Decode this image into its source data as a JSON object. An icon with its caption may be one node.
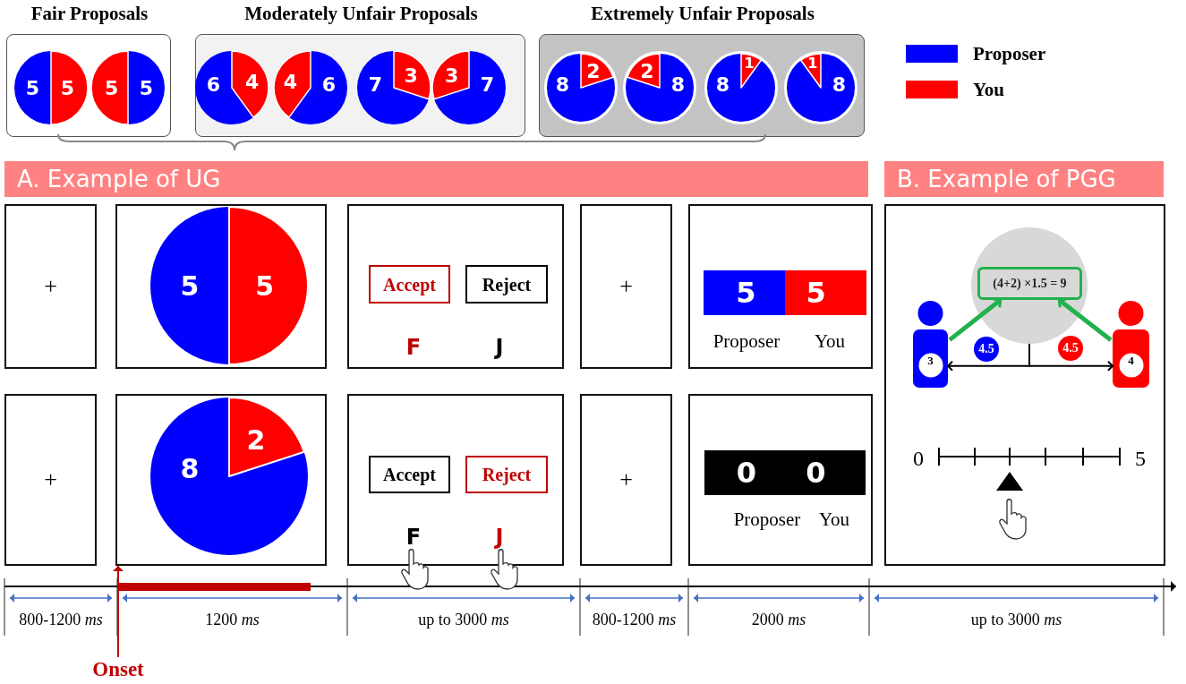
{
  "diagram": {
    "nodes": [
      {
        "text": [
          "Fair Proposals"
        ]
      },
      {
        "text": [
          "5",
          "5"
        ],
        "in": 0
      },
      {
        "text": [
          "5",
          "5"
        ],
        "in": 0
      },
      {
        "text": [
          "Moderately Unfair Proposals"
        ]
      },
      {
        "text": [
          "6",
          "4"
        ],
        "in": 3
      },
      {
        "text": [
          "4",
          "6"
        ],
        "in": 3
      },
      {
        "text": [
          "7",
          "3"
        ],
        "in": 3
      },
      {
        "text": [
          "3",
          "7"
        ],
        "in": 3
      },
      {
        "text": [
          "Extremely Unfair Proposals"
        ]
      },
      {
        "text": [
          "8",
          "2"
        ],
        "in": 8
      },
      {
        "text": [
          "2",
          "8"
        ],
        "in": 8
      },
      {
        "text": [
          "8",
          "1"
        ],
        "in": 8
      },
      {
        "text": [
          "1",
          "8"
        ],
        "in": 8
      },
      {
        "text": [
          "A. Example of UG"
        ]
      },
      {
        "text": [
          "B. Example of PGG"
        ]
      },
      {
        "text": [
          "+"
        ]
      },
      {
        "text": [],
        "shape": "box"
      },
      {
        "text": [
          "5",
          "5"
        ],
        "in": 16
      },
      {
        "text": [
          "F",
          "J"
        ]
      },
      {
        "text": [
          "Accept"
        ],
        "in": 18
      },
      {
        "text": [
          "Reject"
        ],
        "in": 18
      },
      {
        "text": [
          "+"
        ]
      },
      {
        "text": [
          "Proposer",
          "You"
        ]
      },
      {
        "text": [
          "5",
          "5"
        ],
        "in": 22
      },
      {
        "text": [
          "+"
        ]
      },
      {
        "text": [],
        "shape": "box"
      },
      {
        "text": [
          "8",
          "2"
        ],
        "in": 25
      },
      {
        "text": [
          "F",
          "J"
        ]
      },
      {
        "text": [
          "Accept"
        ],
        "in": 27
      },
      {
        "text": [
          "Reject"
        ],
        "in": 27
      },
      {
        "text": [
          "+"
        ]
      },
      {
        "text": [
          "Proposer",
          "You"
        ]
      },
      {
        "text": [
          "0",
          "0"
        ],
        "in": 31
      },
      {
        "text": [],
        "shape": "box"
      },
      {
        "text": [],
        "shape": "circle",
        "in": 33
      },
      {
        "text": [
          "(4+2) ×1.5 = 9"
        ],
        "in": 34
      },
      {
        "text": [
          "3"
        ],
        "in": 33
      },
      {
        "text": [
          "4"
        ],
        "in": 33
      },
      {
        "text": [
          "4.5"
        ],
        "in": 33
      },
      {
        "text": [
          "4.5"
        ],
        "in": 33
      },
      {
        "text": [
          "Onset"
        ]
      }
    ],
    "edges": [
      {
        "from": 36,
        "to": 35,
        "arrow": "to",
        "style": "thick",
        "color": "#22b14c"
      },
      {
        "from": 37,
        "to": 35,
        "arrow": "to",
        "style": "thick",
        "color": "#22b14c"
      },
      {
        "from": 34,
        "to": 36,
        "arrow": "to",
        "color": "#000000"
      },
      {
        "from": 34,
        "to": 37,
        "arrow": "to",
        "color": "#000000"
      },
      {
        "from": 40,
        "to": 25,
        "arrow": "to",
        "color": "#c00000"
      }
    ],
    "labels": [
      "0",
      "5",
      "800-1200 *ms*",
      "1200 *ms*",
      "up to 3000 *ms*",
      "800-1200 *ms*",
      "2000 *ms*",
      "up to 3000 *ms*"
    ],
    "legend": [
      {
        "text": "Proposer",
        "color": "#0000ff"
      },
      {
        "text": "You",
        "color": "#ff0000"
      }
    ]
  }
}
